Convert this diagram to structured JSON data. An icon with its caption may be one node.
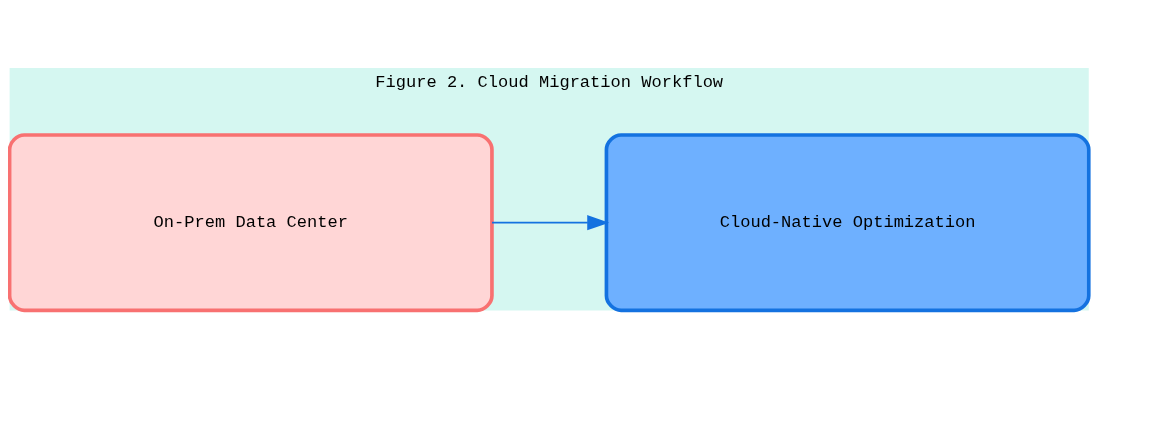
{
  "diagram": {
    "title": "Figure 2. Cloud Migration Workflow",
    "nodes": [
      {
        "text": [
          "On-Prem Data Center"
        ]
      },
      {
        "text": [
          "Cloud-Native Optimization"
        ]
      }
    ],
    "edges": [
      {
        "from": 0,
        "to": 1,
        "arrow": "to"
      }
    ]
  }
}
